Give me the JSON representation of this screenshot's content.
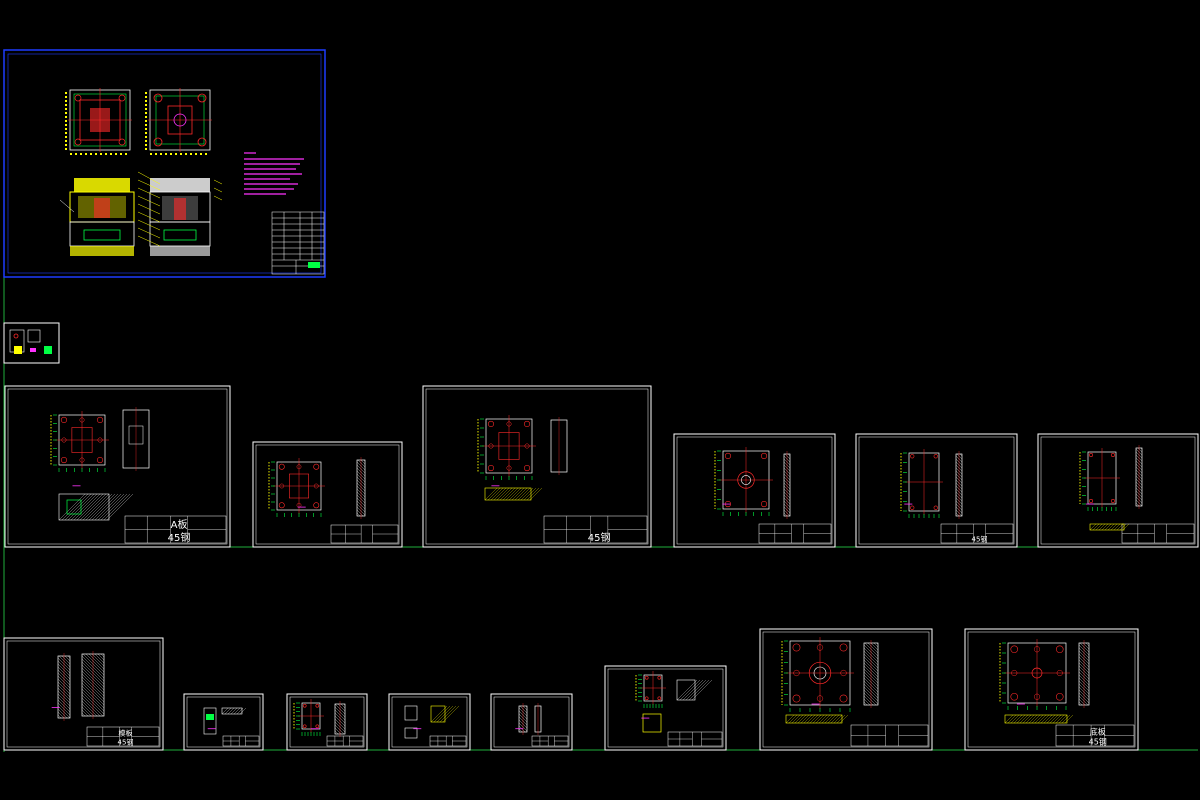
{
  "canvas": {
    "background": "#000000",
    "colors": {
      "sheet_border": "#ffffff",
      "main_border": "#1e3cff",
      "axis_line": "#1fae3b",
      "red": "#ff2a2a",
      "yellow": "#ffff00",
      "green": "#00ff44",
      "magenta": "#ff33ff",
      "cyan": "#00ffff",
      "blue": "#3a7bff"
    }
  },
  "title_blocks": {
    "sheet_a": {
      "part": "A板",
      "material": "45钢"
    },
    "sheet_c": {
      "material": "45钢"
    },
    "sheet_e": {
      "material": "45钢"
    },
    "sheet_j": {
      "part": "模板",
      "material": "45钢"
    },
    "sheet_r": {
      "part": "底板",
      "material": "45钢"
    }
  }
}
